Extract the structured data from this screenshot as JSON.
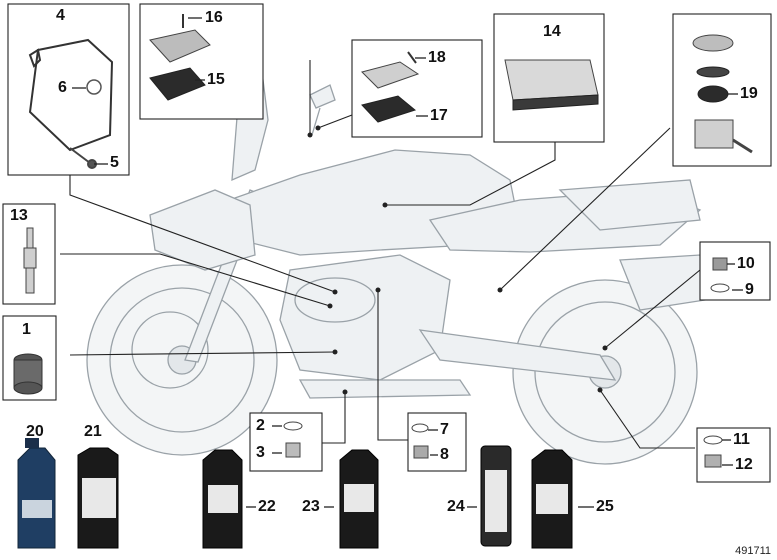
{
  "diagram": {
    "reference_number": "491711",
    "colors": {
      "line": "#222222",
      "bike_fill": "#eef1f3",
      "bike_stroke": "#9aa2a8",
      "part_dark": "#2b2b2b",
      "bottle_blue": "#1f3e63"
    },
    "parts": [
      {
        "id": "p1",
        "label": "1",
        "name": "oil-filter"
      },
      {
        "id": "p2",
        "label": "2",
        "name": "seal-ring"
      },
      {
        "id": "p3",
        "label": "3",
        "name": "drain-plug"
      },
      {
        "id": "p4",
        "label": "4",
        "name": "valve-cover-gasket"
      },
      {
        "id": "p5",
        "label": "5",
        "name": "bolt"
      },
      {
        "id": "p6",
        "label": "6",
        "name": "o-ring"
      },
      {
        "id": "p7",
        "label": "7",
        "name": "seal-ring"
      },
      {
        "id": "p8",
        "label": "8",
        "name": "filler-plug"
      },
      {
        "id": "p9",
        "label": "9",
        "name": "seal-ring"
      },
      {
        "id": "p10",
        "label": "10",
        "name": "plug"
      },
      {
        "id": "p11",
        "label": "11",
        "name": "seal-ring"
      },
      {
        "id": "p12",
        "label": "12",
        "name": "plug"
      },
      {
        "id": "p13",
        "label": "13",
        "name": "spark-plug"
      },
      {
        "id": "p14",
        "label": "14",
        "name": "air-filter"
      },
      {
        "id": "p15",
        "label": "15",
        "name": "reservoir-cover"
      },
      {
        "id": "p16",
        "label": "16",
        "name": "screw"
      },
      {
        "id": "p17",
        "label": "17",
        "name": "reservoir-cover"
      },
      {
        "id": "p18",
        "label": "18",
        "name": "screw"
      },
      {
        "id": "p19",
        "label": "19",
        "name": "brake-fluid-reservoir"
      },
      {
        "id": "p20",
        "label": "20",
        "name": "engine-oil-bottle"
      },
      {
        "id": "p21",
        "label": "21",
        "name": "oil-bottle"
      },
      {
        "id": "p22",
        "label": "22",
        "name": "fluid-bottle"
      },
      {
        "id": "p23",
        "label": "23",
        "name": "fluid-bottle"
      },
      {
        "id": "p24",
        "label": "24",
        "name": "spray-can"
      },
      {
        "id": "p25",
        "label": "25",
        "name": "oil-bottle"
      }
    ]
  }
}
